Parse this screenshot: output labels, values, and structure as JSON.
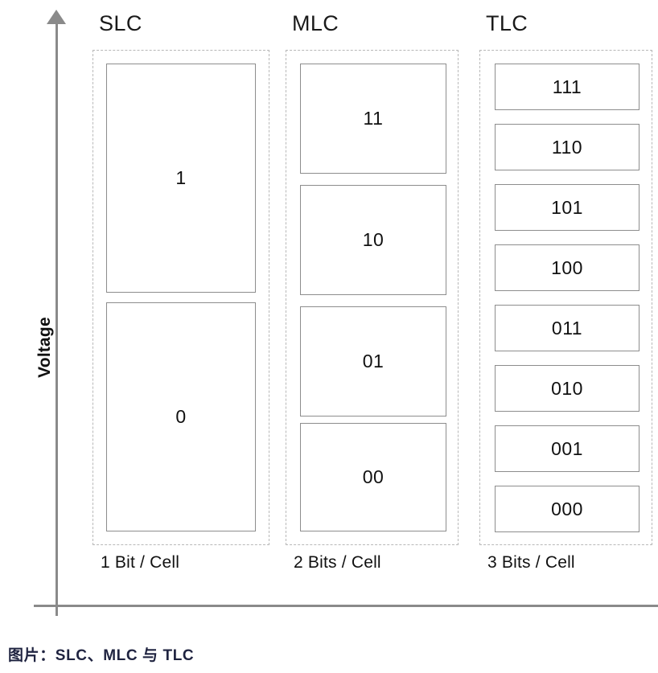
{
  "figure": {
    "caption": "图片：SLC、MLC 与 TLC",
    "y_axis_label": "Voltage",
    "y_axis_arrow_icon": "arrow-up-icon"
  },
  "columns": [
    {
      "id": "slc",
      "header": "SLC",
      "footer": "1 Bit / Cell",
      "bits_per_cell": 1,
      "levels": [
        "1",
        "0"
      ]
    },
    {
      "id": "mlc",
      "header": "MLC",
      "footer": "2 Bits / Cell",
      "bits_per_cell": 2,
      "levels": [
        "11",
        "10",
        "01",
        "00"
      ]
    },
    {
      "id": "tlc",
      "header": "TLC",
      "footer": "3 Bits / Cell",
      "bits_per_cell": 3,
      "levels": [
        "111",
        "110",
        "101",
        "100",
        "011",
        "010",
        "001",
        "000"
      ]
    }
  ],
  "colors": {
    "axis": "#8a8a8a",
    "level_border": "#8d8d8d",
    "group_border": "#b8b8b8",
    "text": "#111111",
    "caption_text": "#1f2340",
    "background": "#ffffff"
  }
}
